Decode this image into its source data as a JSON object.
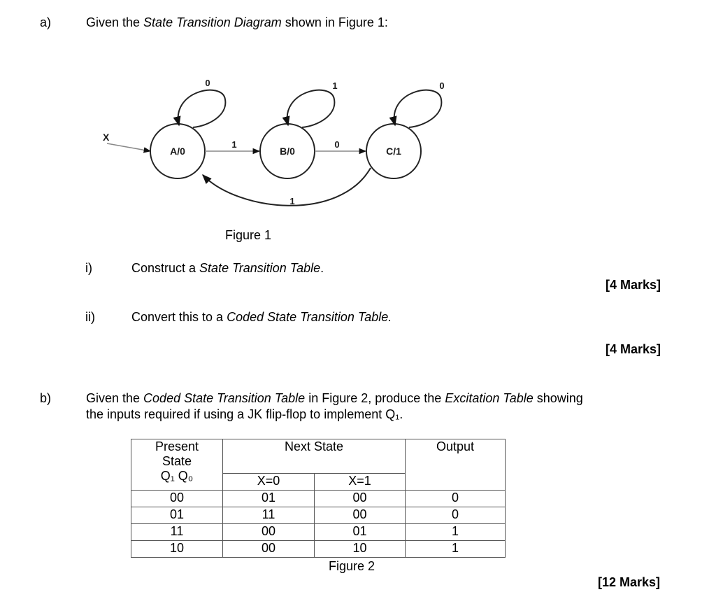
{
  "part_a": {
    "label": "a)",
    "intro": [
      {
        "text": "Given the ",
        "italic": false
      },
      {
        "text": "State Transition Diagram",
        "italic": true
      },
      {
        "text": " shown in Figure 1:",
        "italic": false
      }
    ],
    "figure_caption": "Figure 1",
    "diagram": {
      "input_label": "X",
      "states": [
        "A/0",
        "B/0",
        "C/1"
      ],
      "self_loop_labels": [
        "0",
        "1",
        "0"
      ],
      "edge_a_b_label": "1",
      "edge_b_c_label": "0",
      "edge_c_a_label": "1"
    },
    "q1": {
      "label": "i)",
      "parts": [
        {
          "text": "Construct a ",
          "italic": false
        },
        {
          "text": "State Transition Table",
          "italic": true
        },
        {
          "text": ".",
          "italic": false
        }
      ],
      "marks": "[4 Marks]"
    },
    "q2": {
      "label": "ii)",
      "parts": [
        {
          "text": "Convert this to a ",
          "italic": false
        },
        {
          "text": "Coded State Transition Table.",
          "italic": true
        }
      ],
      "marks": "[4 Marks]"
    }
  },
  "part_b": {
    "label": "b)",
    "line1": [
      {
        "text": "Given the ",
        "italic": false
      },
      {
        "text": "Coded State Transition Table",
        "italic": true
      },
      {
        "text": " in Figure 2, produce the ",
        "italic": false
      },
      {
        "text": "Excitation Table",
        "italic": true
      },
      {
        "text": " showing",
        "italic": false
      }
    ],
    "line2": "the inputs required if using a JK flip-flop to implement Q₁.",
    "table": {
      "present_state_header": [
        "Present",
        "State",
        "Q₁ Q₀"
      ],
      "next_state_header": "Next State",
      "x0_header": "X=0",
      "x1_header": "X=1",
      "output_header": "Output",
      "rows": [
        {
          "present": "00",
          "x0": "01",
          "x1": "00",
          "output": "0"
        },
        {
          "present": "01",
          "x0": "11",
          "x1": "00",
          "output": "0"
        },
        {
          "present": "11",
          "x0": "00",
          "x1": "01",
          "output": "1"
        },
        {
          "present": "10",
          "x0": "00",
          "x1": "10",
          "output": "1"
        }
      ]
    },
    "figure_caption": "Figure 2",
    "marks": "[12 Marks]"
  }
}
